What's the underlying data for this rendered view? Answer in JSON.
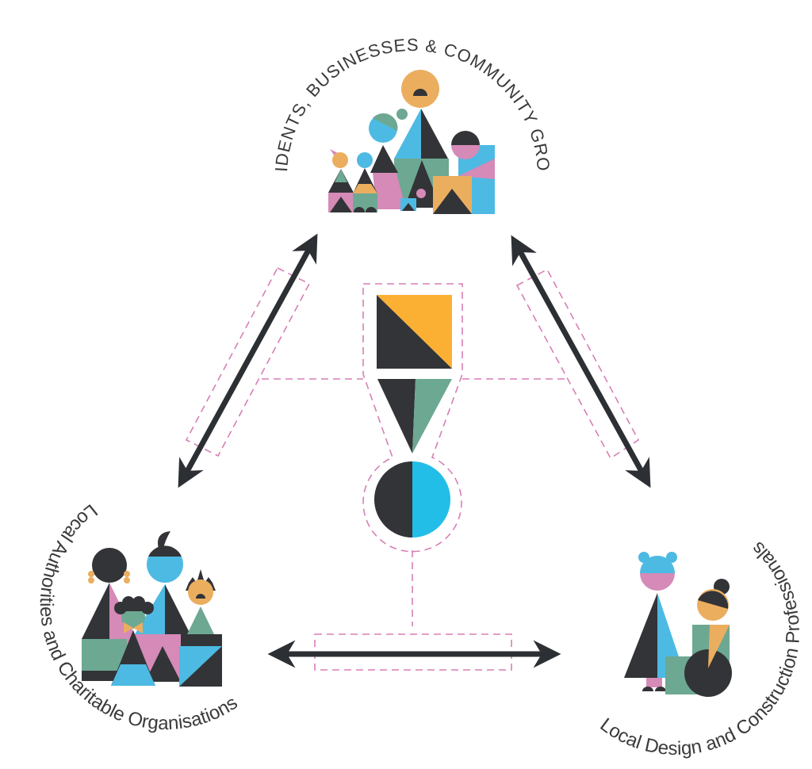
{
  "labels": {
    "top": "RESIDENTS, BUSINESSES & COMMUNITY GROUPS",
    "left": "Local Authorities and Charitable Organisations",
    "right": "Local Design and Construction Professionals"
  },
  "colors": {
    "dark": "#323437",
    "orange": "#EBAE5F",
    "center_orange": "#FBB034",
    "green": "#6DA892",
    "blue": "#4DBAE3",
    "center_blue": "#22BEE8",
    "pink": "#D58AB8",
    "dash": "#D77FB5"
  }
}
